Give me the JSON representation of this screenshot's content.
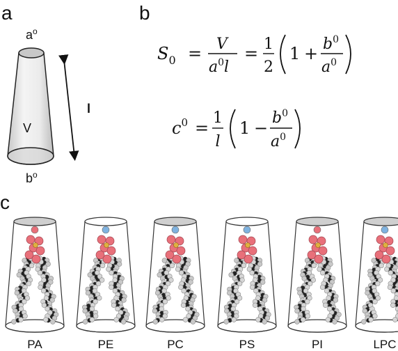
{
  "panels": {
    "a": {
      "letter": "a",
      "top_label": "a",
      "top_sup": "o",
      "volume_label": "V",
      "length_label": "l",
      "bottom_label": "b",
      "bottom_sup": "o"
    },
    "b": {
      "letter": "b",
      "eq1": {
        "lhs": "S",
        "lhs_sub": "0",
        "frac1_num": "V",
        "frac1_den_a": "a",
        "frac1_den_sup": "0",
        "frac1_den_l": "l",
        "frac2_num": "1",
        "frac2_den": "2",
        "paren_one": "1",
        "op_plus": "+",
        "frac3_num": "b",
        "frac3_num_sup": "0",
        "frac3_den": "a",
        "frac3_den_sup": "0"
      },
      "eq2": {
        "lhs": "c",
        "lhs_sup": "0",
        "frac1_num": "1",
        "frac1_den": "l",
        "paren_one": "1",
        "op_minus": "−",
        "frac2_num": "b",
        "frac2_num_sup": "0",
        "frac2_den": "a",
        "frac2_den_sup": "0"
      }
    },
    "c": {
      "letter": "c",
      "lipids": [
        {
          "name": "PA",
          "cap_color": "#cfcfcf",
          "head_color": "#e8707a",
          "phosphate_color": "#e0b040",
          "top_atom_color": "#e8707a"
        },
        {
          "name": "PE",
          "cap_color": "#ffffff",
          "head_color": "#e8707a",
          "phosphate_color": "#e0b040",
          "top_atom_color": "#7fb3e0"
        },
        {
          "name": "PC",
          "cap_color": "#cfcfcf",
          "head_color": "#e8707a",
          "phosphate_color": "#e0b040",
          "top_atom_color": "#7fb3e0"
        },
        {
          "name": "PS",
          "cap_color": "#ffffff",
          "head_color": "#e8707a",
          "phosphate_color": "#e0b040",
          "top_atom_color": "#7fb3e0"
        },
        {
          "name": "PI",
          "cap_color": "#cfcfcf",
          "head_color": "#e8707a",
          "phosphate_color": "#e0b040",
          "top_atom_color": "#e8707a"
        },
        {
          "name": "LPC",
          "cap_color": "#cfcfcf",
          "head_color": "#e8707a",
          "phosphate_color": "#e0b040",
          "top_atom_color": "#7fb3e0"
        }
      ]
    }
  }
}
